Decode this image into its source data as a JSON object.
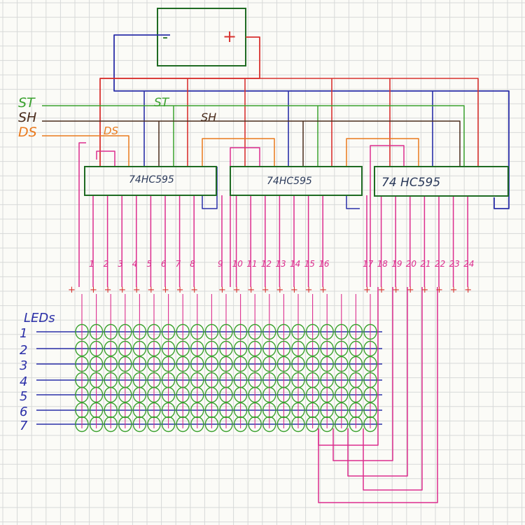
{
  "colors": {
    "paper": "#fbfbf7",
    "grid": "#d7d9d8",
    "red": "#d8322f",
    "blue": "#2b2fa8",
    "green": "#3aa12e",
    "brown": "#4a2c1c",
    "orange": "#ea7a1d",
    "magenta": "#dc2d8e",
    "dark_green": "#1f6b23"
  },
  "battery": {
    "minus_label": "-",
    "plus_label": "+"
  },
  "signals": {
    "st": "ST",
    "sh": "SH",
    "ds": "DS",
    "st_inner": "ST",
    "sh_inner": "SH",
    "ds_inner": "DS"
  },
  "chips": [
    "74HC595",
    "74HC595",
    "74 HC595"
  ],
  "columns": [
    "1",
    "2",
    "3",
    "4",
    "5",
    "6",
    "7",
    "8",
    "9",
    "10",
    "11",
    "12",
    "13",
    "14",
    "15",
    "16",
    "17",
    "18",
    "19",
    "20",
    "21",
    "22",
    "23",
    "24"
  ],
  "plus_symbol": "+",
  "leds": {
    "title": "LEDs",
    "rows": [
      "1",
      "2",
      "3",
      "4",
      "5",
      "6",
      "7"
    ]
  }
}
